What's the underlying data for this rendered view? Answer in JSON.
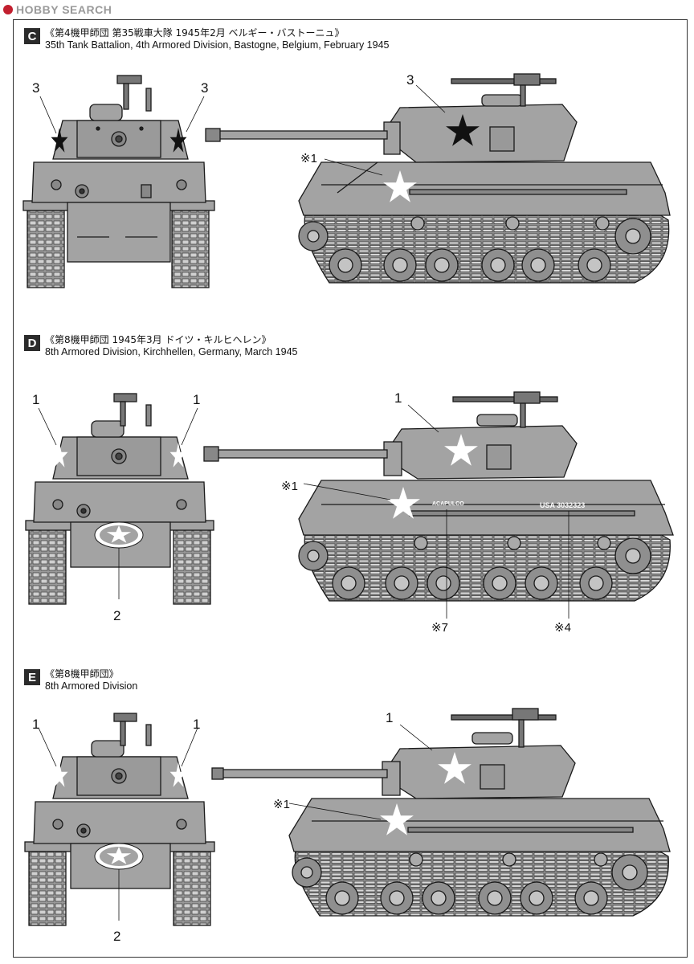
{
  "watermark": {
    "text": "HOBBY SEARCH"
  },
  "sections": [
    {
      "id": "C",
      "title_ja": "《第4機甲師団 第35戦車大隊 1945年2月 ベルギー・バストーニュ》",
      "title_en": "35th Tank Battalion, 4th Armored Division, Bastogne, Belgium, February 1945",
      "front_callouts": [
        "3",
        "3"
      ],
      "side_callouts": [
        "3",
        "※1"
      ]
    },
    {
      "id": "D",
      "title_ja": "《第8機甲師団 1945年3月 ドイツ・キルヒヘレン》",
      "title_en": "8th Armored Division, Kirchhellen, Germany, March 1945",
      "front_callouts": [
        "1",
        "1",
        "2"
      ],
      "side_callouts": [
        "1",
        "※1",
        "※7",
        "※4"
      ],
      "hull_texts": [
        "ACAPULCO",
        "USA 3032323"
      ]
    },
    {
      "id": "E",
      "title_ja": "《第8機甲師団》",
      "title_en": "8th Armored Division",
      "front_callouts": [
        "1",
        "1",
        "2"
      ],
      "side_callouts": [
        "1",
        "※1"
      ]
    }
  ],
  "colors": {
    "tank_fill": "#a3a3a3",
    "tank_dark": "#5e5e5e",
    "outline": "#1a1a1a",
    "star_white": "#ffffff",
    "star_black": "#111111"
  }
}
